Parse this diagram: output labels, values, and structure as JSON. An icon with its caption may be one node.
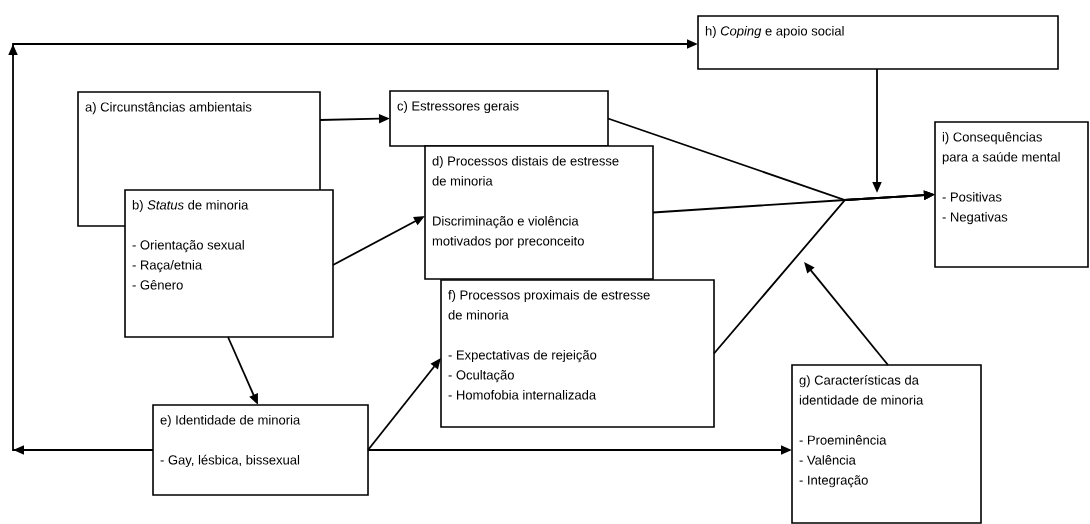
{
  "diagram": {
    "nodes": [
      {
        "text": [
          "a) Circunstâncias ambientais"
        ]
      },
      {
        "text": [
          "b) *Status* de minoria",
          "- Orientação sexual",
          "- Raça/etnia",
          "- Gênero"
        ]
      },
      {
        "text": [
          "c) Estressores gerais"
        ]
      },
      {
        "text": [
          "d) Processos distais de estresse de minoria",
          "Discriminação e violência motivados por preconceito"
        ]
      },
      {
        "text": [
          "e) Identidade de minoria",
          "- Gay, lésbica, bissexual"
        ]
      },
      {
        "text": [
          "f) Processos proximais de estresse de minoria",
          "- Expectativas de rejeição",
          "- Ocultação",
          "- Homofobia internalizada"
        ]
      },
      {
        "text": [
          "g) Características da identidade de minoria",
          "- Proeminência",
          "- Valência",
          "- Integração"
        ]
      },
      {
        "text": [
          "h) *Coping* e apoio social"
        ]
      },
      {
        "text": [
          "i) Consequências para a saúde mental",
          "- Positivas",
          "- Negativas"
        ]
      }
    ],
    "edges": [
      {
        "from": 0,
        "to": 2,
        "arrow": "to"
      },
      {
        "from": 1,
        "to": 3,
        "arrow": "to"
      },
      {
        "from": 1,
        "to": 4,
        "arrow": "to"
      },
      {
        "from": 4,
        "to": 5,
        "arrow": "to"
      },
      {
        "from": 4,
        "to": 6,
        "arrow": "to"
      },
      {
        "from": 4,
        "to": 7,
        "arrow": "to"
      },
      {
        "from": 2,
        "to": 8,
        "arrow": "to"
      },
      {
        "from": 3,
        "to": 8,
        "arrow": "to"
      },
      {
        "from": 5,
        "to": 8,
        "arrow": "to"
      },
      {
        "from": 7,
        "to": null,
        "arrow": "to"
      },
      {
        "from": 6,
        "to": null,
        "arrow": "to"
      }
    ]
  }
}
